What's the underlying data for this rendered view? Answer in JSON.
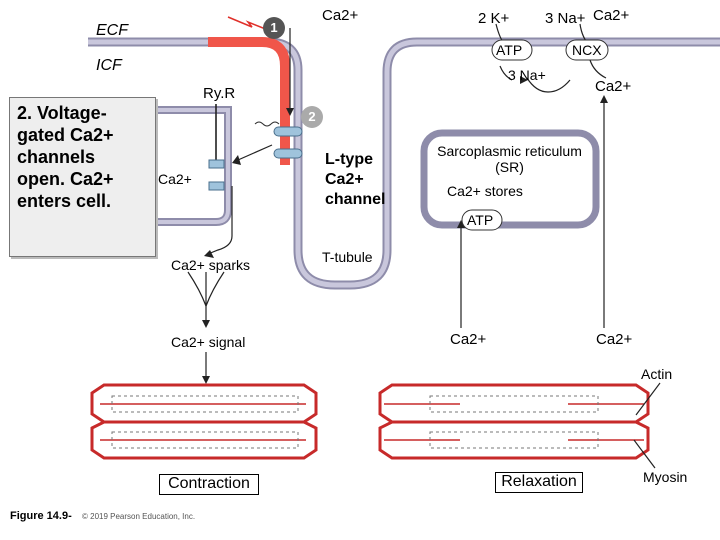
{
  "labels": {
    "ecf": "ECF",
    "icf": "ICF",
    "ca_top": "Ca2+",
    "k_ions": "2 K+",
    "na_ions_top": "3 Na+",
    "ca_ncx_top": "Ca2+",
    "atp_pump": "ATP",
    "ncx": "NCX",
    "na_ions_bottom": "3 Na+",
    "ca_ncx_bottom": "Ca2+",
    "ryr": "Ry.R",
    "ca_cytosol": "Ca2+",
    "ltype": "L-type\nCa2+\nchannel",
    "t_tubule": "T-tubule",
    "ca_sparks": "Ca2+ sparks",
    "ca_signal": "Ca2+ signal",
    "sr_title": "Sarcoplasmic reticulum (SR)",
    "sr_stores": "Ca2+ stores",
    "atp_sr": "ATP",
    "ca_to_sr": "Ca2+",
    "ca_to_ncx": "Ca2+",
    "actin": "Actin",
    "myosin": "Myosin",
    "contraction": "Contraction",
    "relaxation": "Relaxation",
    "step1": "1",
    "step2": "2",
    "callout": "2. Voltage-\ngated Ca2+\nchannels\nopen. Ca2+\nenters cell.",
    "figure_caption": "Figure 14.9-",
    "copyright": "© 2019 Pearson Education, Inc."
  },
  "colors": {
    "membrane": "#b9b7cf",
    "membrane_edge": "#8e8caa",
    "depolarization": "#f0564a",
    "channel": "#9fc3dc",
    "channel_edge": "#4a6f8c",
    "step_circle": "#555555",
    "sarcomere_red": "#c72a2a",
    "myosin_gray": "#666666",
    "callout_bg": "#eeeeee"
  }
}
